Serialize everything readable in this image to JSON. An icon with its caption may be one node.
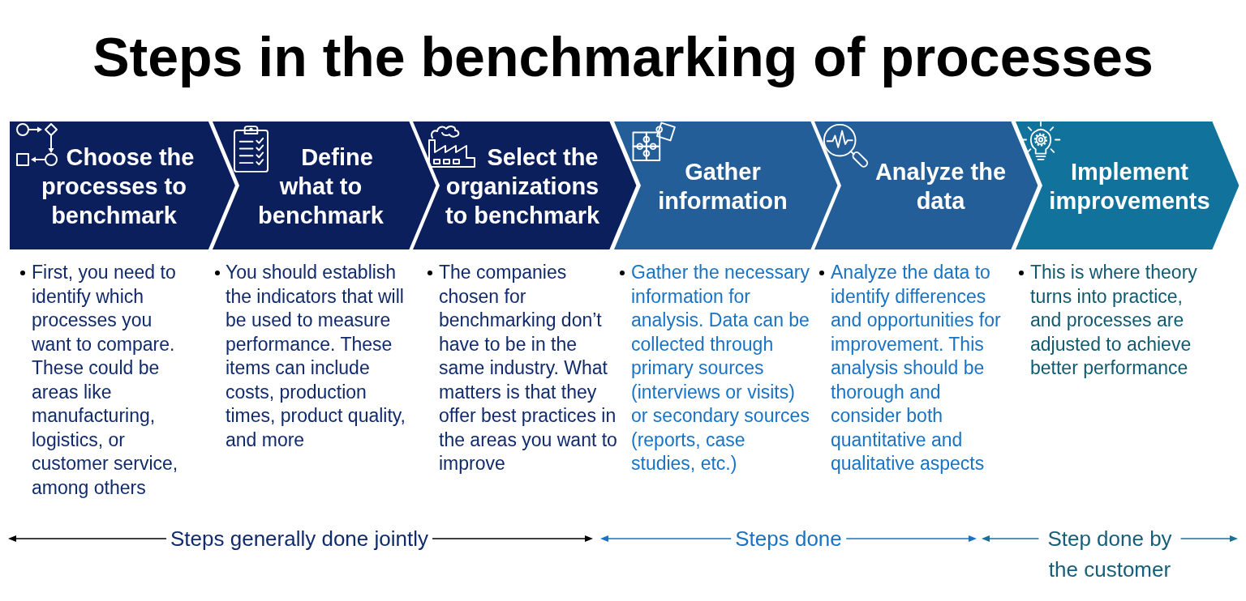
{
  "diagram": {
    "title": "Steps in the benchmarking of processes",
    "nodes": [
      {
        "text": [
          "Choose the processes to benchmark"
        ],
        "beside": [
          "First, you need to identify which processes you want to compare. These could be areas like manufacturing, logistics, or customer service, among others"
        ]
      },
      {
        "text": [
          "Define what to benchmark"
        ],
        "beside": [
          "You should establish the indicators that will be used to measure performance. These items can include costs, production times, product quality, and more"
        ]
      },
      {
        "text": [
          "Select the organizations to benchmark"
        ],
        "beside": [
          "The companies chosen for benchmarking don’t have to be in the same industry. What matters is that they offer best practices in the areas you want to improve"
        ]
      },
      {
        "text": [
          "Gather information"
        ],
        "beside": [
          "Gather the necessary information for analysis. Data can be collected through primary sources (interviews or visits) or secondary sources (reports, case studies, etc.)"
        ]
      },
      {
        "text": [
          "Analyze the data"
        ],
        "beside": [
          "Analyze the data to identify differences and opportunities for improvement. This analysis should be thorough and consider both quantitative and qualitative aspects"
        ]
      },
      {
        "text": [
          "Implement improvements"
        ],
        "beside": [
          "This is where theory turns into practice, and processes are adjusted to achieve better performance"
        ]
      }
    ],
    "labels": [
      "Steps generally done jointly",
      "Steps done",
      "Step done by the customer"
    ]
  }
}
